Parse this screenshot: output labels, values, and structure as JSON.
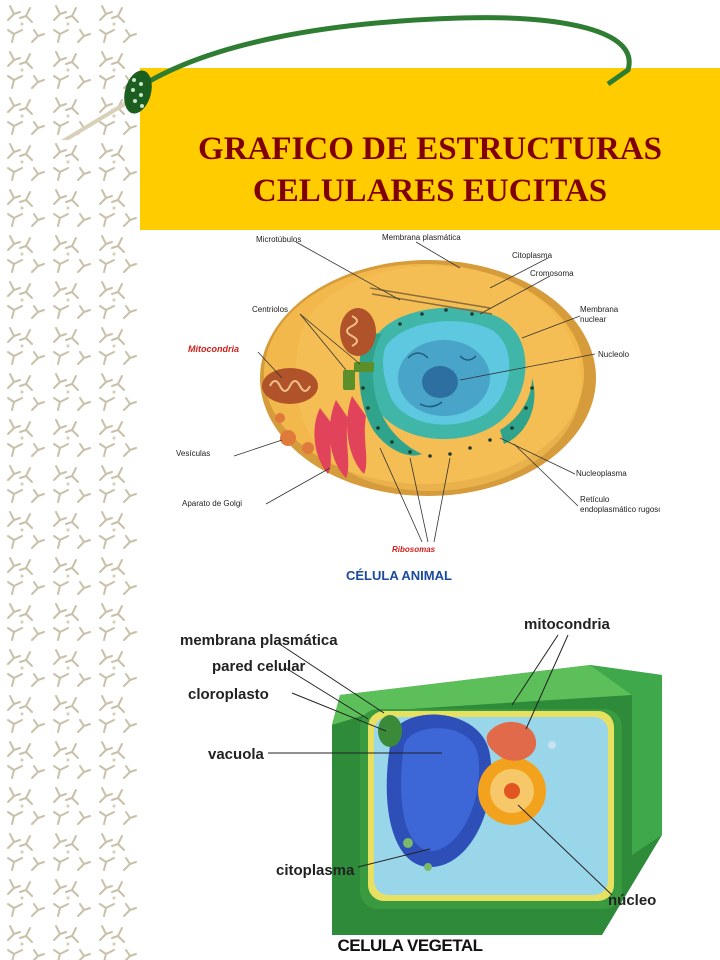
{
  "slide": {
    "title_line1": "GRAFICO DE ESTRUCTURAS",
    "title_line2": "CELULARES EUCITAS",
    "colors": {
      "title": "#800000",
      "band": "#ffcc00",
      "pattern": "#c8c0a8",
      "accent": "#2e7d32"
    }
  },
  "animal_cell": {
    "caption": "CÉLULA ANIMAL",
    "labels": {
      "microtubulos": "Microtúbulos",
      "membrana_plasmatica": "Membrana plasmática",
      "citoplasma": "Citoplasma",
      "cromosoma": "Cromosoma",
      "centriolos": "Centriolos",
      "membrana_nuclear_1": "Membrana",
      "membrana_nuclear_2": "nuclear",
      "mitocondria": "Mitocondria",
      "nucleolo": "Nucleolo",
      "vesiculas": "Vesículas",
      "nucleoplasma": "Nucleoplasma",
      "golgi": "Aparato de Golgi",
      "reticulo_1": "Retículo",
      "reticulo_2": "endoplasmático rugoso",
      "ribosomas": "Ribosomas"
    }
  },
  "plant_cell": {
    "caption": "CELULA VEGETAL",
    "labels": {
      "membrana_plasmatica": "membrana plasmática",
      "pared_celular": "pared celular",
      "cloroplasto": "cloroplasto",
      "vacuola": "vacuola",
      "citoplasma": "citoplasma",
      "mitocondria": "mitocondria",
      "nucleo": "núcleo"
    }
  }
}
